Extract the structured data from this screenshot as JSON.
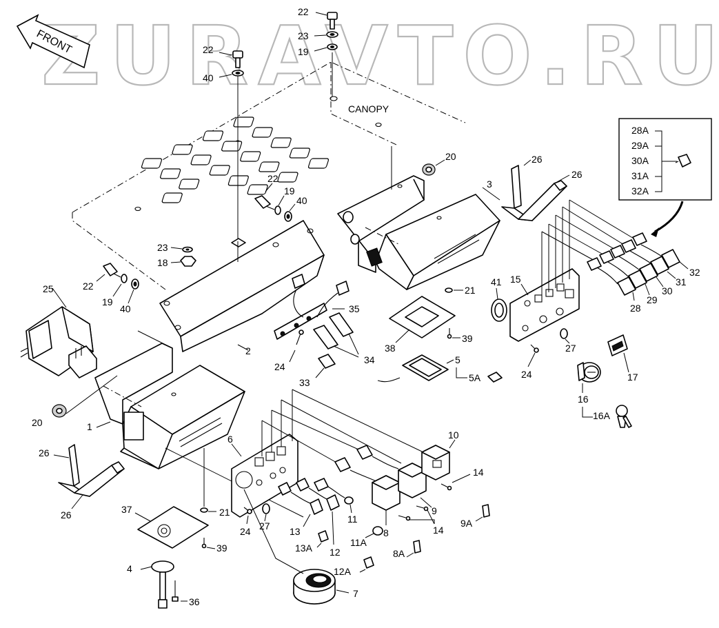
{
  "watermark": "ZURAVTO.RU",
  "front_arrow_label": "FRONT",
  "canopy_label": "CANOPY",
  "labels": {
    "p1": "1",
    "p2": "2",
    "p3": "3",
    "p4": "4",
    "p5": "5",
    "p5a": "5A",
    "p6": "6",
    "p7": "7",
    "p8": "8",
    "p8a": "8A",
    "p9": "9",
    "p9a": "9A",
    "p10": "10",
    "p11": "11",
    "p11a": "11A",
    "p12": "12",
    "p12a": "12A",
    "p13": "13",
    "p13a": "13A",
    "p14a": "14",
    "p14b": "14",
    "p15": "15",
    "p16": "16",
    "p16a": "16A",
    "p17": "17",
    "p18": "18",
    "p19a": "19",
    "p19b": "19",
    "p19c": "19",
    "p20a": "20",
    "p20b": "20",
    "p21a": "21",
    "p21b": "21",
    "p22a": "22",
    "p22b": "22",
    "p22c": "22",
    "p22d": "22",
    "p23a": "23",
    "p23b": "23",
    "p24a": "24",
    "p24b": "24",
    "p24c": "24",
    "p25": "25",
    "p26a": "26",
    "p26b": "26",
    "p26c": "26",
    "p26d": "26",
    "p27a": "27",
    "p27b": "27",
    "p28": "28",
    "p29": "29",
    "p30": "30",
    "p31": "31",
    "p32": "32",
    "p33": "33",
    "p34": "34",
    "p35": "35",
    "p36": "36",
    "p37": "37",
    "p38": "38",
    "p39a": "39",
    "p39b": "39",
    "p40a": "40",
    "p40b": "40",
    "p40c": "40",
    "p41": "41"
  },
  "switch_variants": [
    "28A",
    "29A",
    "30A",
    "31A",
    "32A"
  ]
}
